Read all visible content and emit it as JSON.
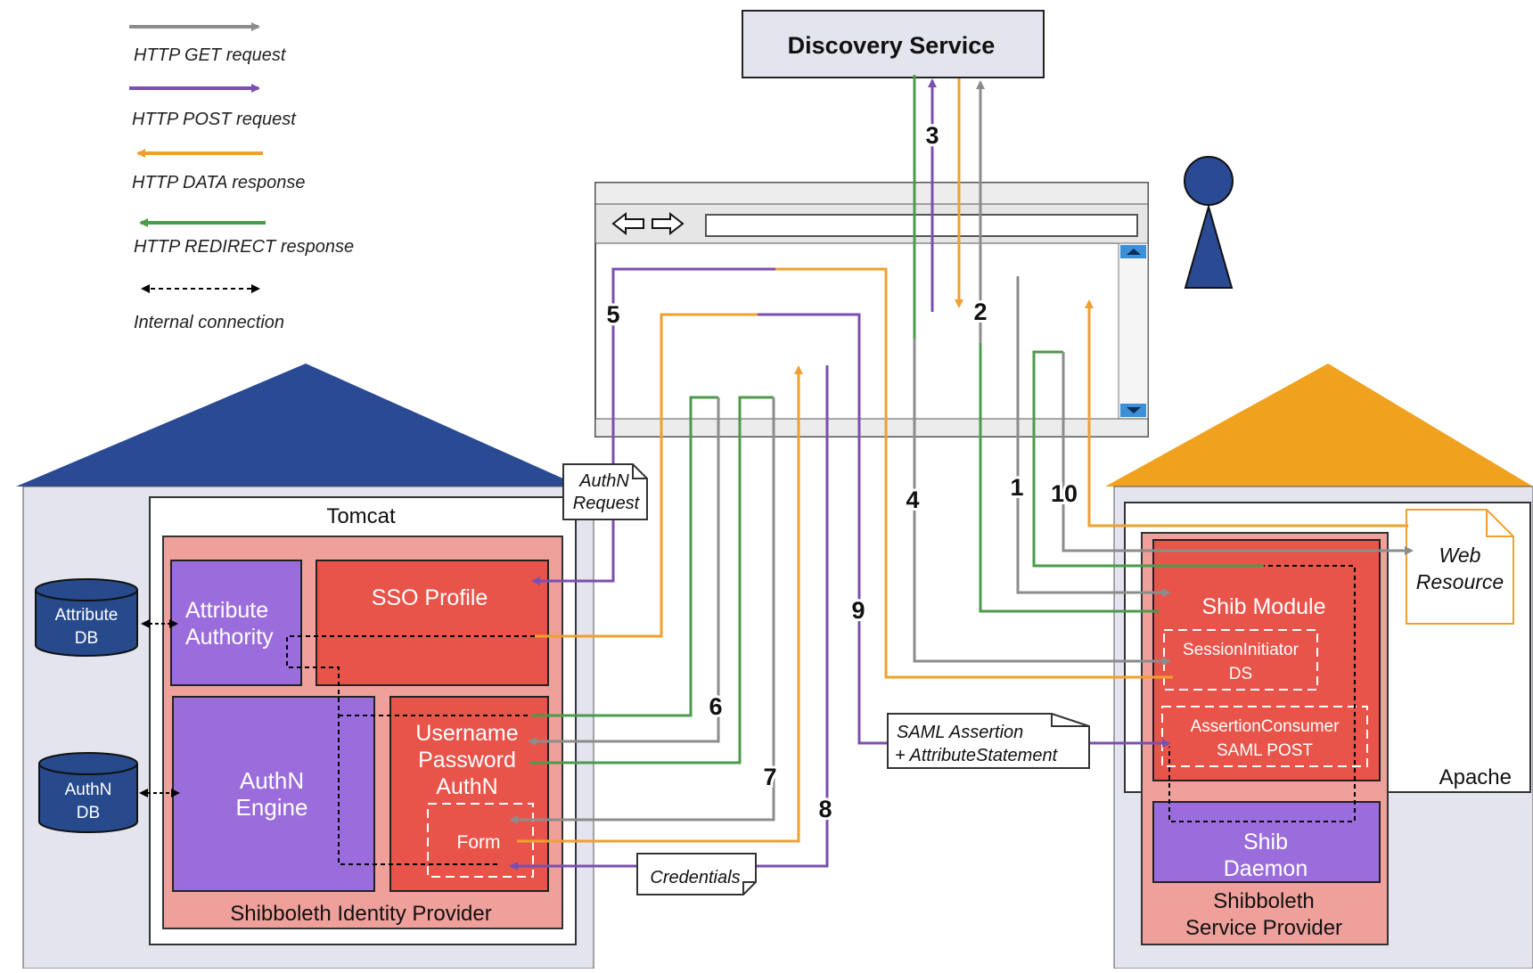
{
  "legend": {
    "get": "HTTP GET request",
    "post": "HTTP POST request",
    "data": "HTTP DATA response",
    "redirect": "HTTP REDIRECT response",
    "internal": "Internal connection"
  },
  "discovery_service": "Discovery Service",
  "idp": {
    "container": "Tomcat",
    "title": "Shibboleth Identity Provider",
    "attribute_db": [
      "Attribute",
      "DB"
    ],
    "authn_db": [
      "AuthN",
      "DB"
    ],
    "attribute_authority": [
      "Attribute",
      "Authority"
    ],
    "sso_profile": "SSO Profile",
    "authn_engine": [
      "AuthN",
      "Engine"
    ],
    "username_password": [
      "Username",
      "Password",
      "AuthN"
    ],
    "form": "Form"
  },
  "sp": {
    "container": "Apache",
    "title": [
      "Shibboleth",
      "Service Provider"
    ],
    "shib_module": "Shib Module",
    "session_initiator": [
      "SessionInitiator",
      "DS"
    ],
    "assertion_consumer": [
      "AssertionConsumer",
      "SAML POST"
    ],
    "shib_daemon": [
      "Shib",
      "Daemon"
    ]
  },
  "notes": {
    "authn_request": [
      "AuthN",
      "Request"
    ],
    "saml_assertion": [
      "SAML Assertion",
      "+ AttributeStatement"
    ],
    "credentials": "Credentials",
    "web_resource": [
      "Web",
      "Resource"
    ]
  },
  "steps": [
    "1",
    "2",
    "3",
    "4",
    "5",
    "6",
    "7",
    "8",
    "9",
    "10"
  ],
  "colors": {
    "get": "#8c8c8c",
    "post": "#7b4fb0",
    "data": "#f0a030",
    "redirect": "#4c9a4c",
    "idp_roof": "#2a4a94",
    "sp_roof": "#f0a21f",
    "red_box": "#e8544a",
    "purple_box": "#9b6ddc",
    "pink_panel": "#efa09b",
    "db_blue": "#274a8c"
  }
}
